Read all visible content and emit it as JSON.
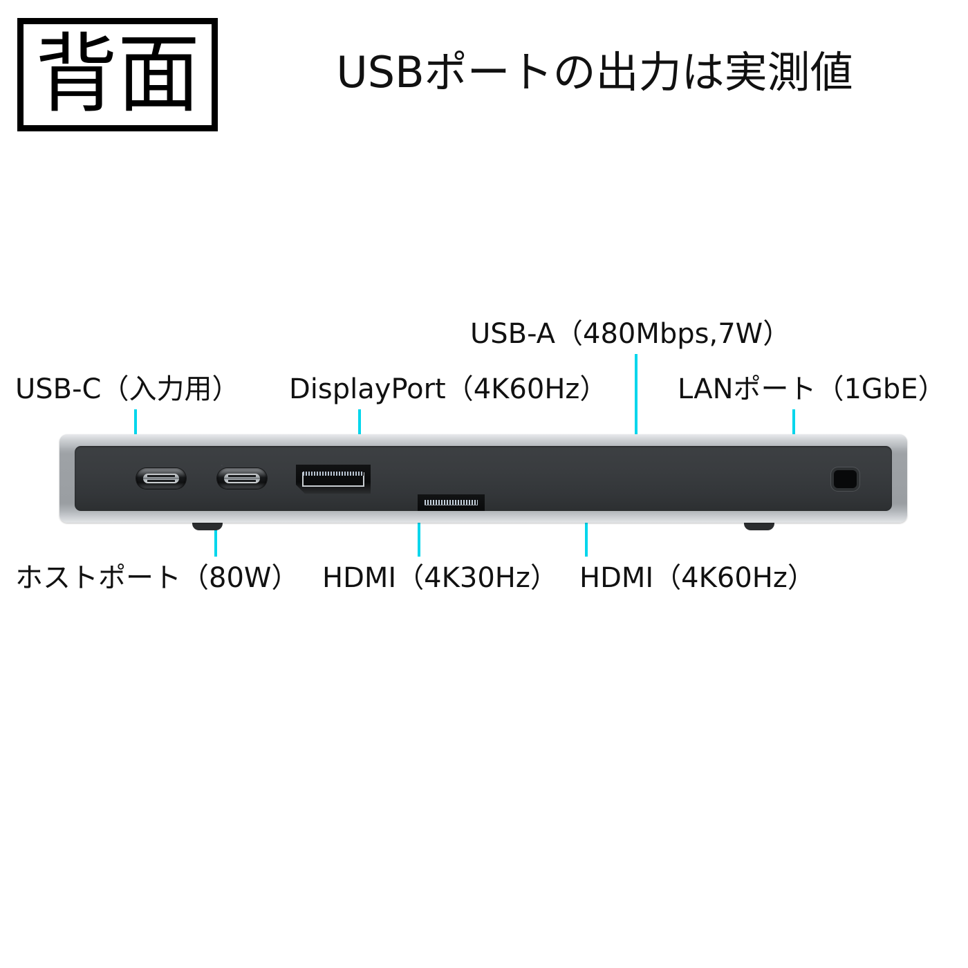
{
  "badge": {
    "text": "背面",
    "name": "rear-view-badge"
  },
  "headline": {
    "text": "USBポートの出力は実測値"
  },
  "colors": {
    "leader": "#00d6ec",
    "text": "#111111",
    "shell": "#a9adb1",
    "panel": "#393c3f",
    "led_amber": "#f0a020",
    "led_green": "#4ee04a"
  },
  "labels": {
    "usb_c_input": "USB-C（入力用）",
    "displayport": "DisplayPort（4K60Hz）",
    "usb_a": "USB-A（480Mbps,7W）",
    "lan": "LANポート（1GbE）",
    "host_port": "ホストポート（80W）",
    "hdmi_30": "HDMI（4K30Hz）",
    "hdmi_60": "HDMI（4K60Hz）"
  },
  "ports": [
    {
      "id": "usb-c-input",
      "type": "usb-c",
      "label": "USB-C（入力用）",
      "callout": "above"
    },
    {
      "id": "host-port",
      "type": "usb-c",
      "label": "ホストポート（80W）",
      "callout": "below"
    },
    {
      "id": "displayport",
      "type": "displayport",
      "label": "DisplayPort（4K60Hz）",
      "callout": "above"
    },
    {
      "id": "hdmi-4k30",
      "type": "hdmi",
      "label": "HDMI（4K30Hz）",
      "callout": "below"
    },
    {
      "id": "hdmi-4k60",
      "type": "hdmi",
      "label": "HDMI（4K60Hz）",
      "callout": "below"
    },
    {
      "id": "usb-a",
      "type": "usb-a",
      "label": "USB-A（480Mbps,7W）",
      "callout": "above"
    },
    {
      "id": "lan",
      "type": "rj45",
      "label": "LANポート（1GbE）",
      "callout": "above"
    },
    {
      "id": "security-lock",
      "type": "lock-slot",
      "label": "",
      "callout": "none"
    }
  ]
}
